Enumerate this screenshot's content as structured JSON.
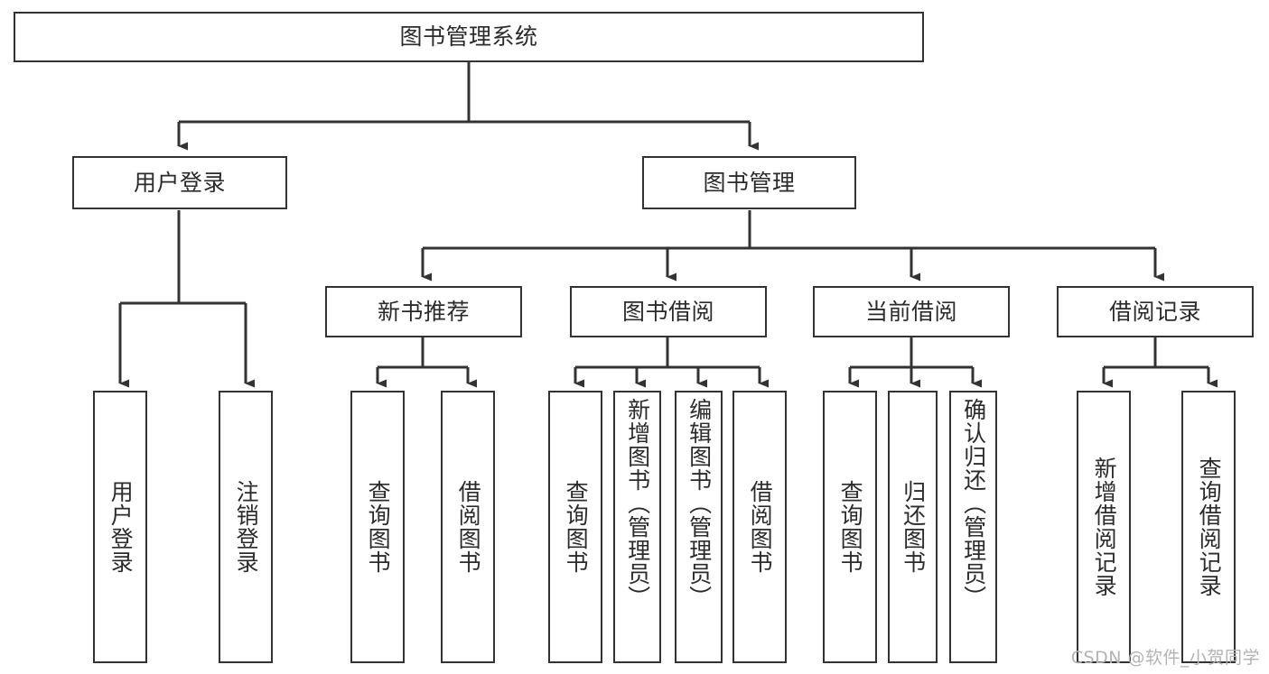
{
  "diagram": {
    "title": "图书管理系统",
    "type": "tree",
    "theme": {
      "background": "#ffffff",
      "box_border": "#333333",
      "box_fill": "#ffffff",
      "text": "#2b2b2b",
      "connector": "#333333",
      "watermark": "#b3b3b3"
    },
    "watermark": "CSDN @软件_小贺同学",
    "nodes": {
      "root": {
        "label": "图书管理系统"
      },
      "level1": [
        {
          "id": "user-login",
          "label": "用户登录"
        },
        {
          "id": "book-manage",
          "label": "图书管理"
        }
      ],
      "level2": [
        {
          "id": "new-book-recommend",
          "label": "新书推荐",
          "parent": "book-manage"
        },
        {
          "id": "book-borrow",
          "label": "图书借阅",
          "parent": "book-manage"
        },
        {
          "id": "current-borrow",
          "label": "当前借阅",
          "parent": "book-manage"
        },
        {
          "id": "borrow-record",
          "label": "借阅记录",
          "parent": "book-manage"
        }
      ],
      "leaves": {
        "user-login": [
          {
            "id": "leaf-user-login",
            "label": "用户登录"
          },
          {
            "id": "leaf-user-logout",
            "label": "注销登录"
          }
        ],
        "new-book-recommend": [
          {
            "id": "leaf-query-book-1",
            "label": "查询图书"
          },
          {
            "id": "leaf-borrow-book-1",
            "label": "借阅图书"
          }
        ],
        "book-borrow": [
          {
            "id": "leaf-query-book-2",
            "label": "查询图书"
          },
          {
            "id": "leaf-add-book",
            "label": "新增图书（管理员）"
          },
          {
            "id": "leaf-edit-book",
            "label": "编辑图书（管理员）"
          },
          {
            "id": "leaf-borrow-book-2",
            "label": "借阅图书"
          }
        ],
        "current-borrow": [
          {
            "id": "leaf-query-book-3",
            "label": "查询图书"
          },
          {
            "id": "leaf-return-book",
            "label": "归还图书"
          },
          {
            "id": "leaf-confirm-return",
            "label": "确认归还（管理员）"
          }
        ],
        "borrow-record": [
          {
            "id": "leaf-add-record",
            "label": "新增借阅记录"
          },
          {
            "id": "leaf-query-record",
            "label": "查询借阅记录"
          }
        ]
      }
    }
  }
}
